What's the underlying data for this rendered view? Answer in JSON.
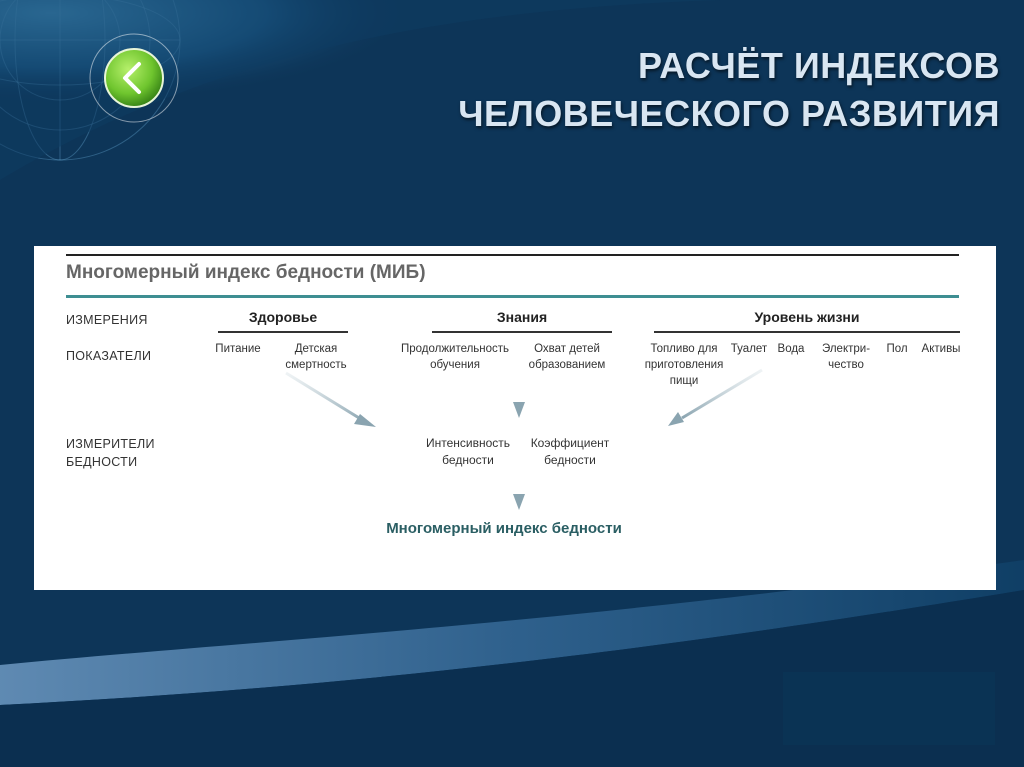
{
  "slide": {
    "title_line1": "РАСЧЁТ ИНДЕКСОВ",
    "title_line2": "ЧЕЛОВЕЧЕСКОГО РАЗВИТИЯ"
  },
  "colors": {
    "background": "#0d3558",
    "title": "#d9e6f2",
    "panel": "#ffffff",
    "accent_teal": "#3e8e92",
    "final_index": "#2a5e63",
    "back_button_green": "#6fc52e"
  },
  "diagram": {
    "title": "Многомерный индекс бедности (МИБ)",
    "row_labels": {
      "dimensions": "ИЗМЕРЕНИЯ",
      "indicators": "ПОКАЗАТЕЛИ",
      "measures_line1": "ИЗМЕРИТЕЛИ",
      "measures_line2": "БЕДНОСТИ"
    },
    "dimensions": {
      "health": "Здоровье",
      "education": "Знания",
      "living": "Уровень жизни"
    },
    "indicators": {
      "nutrition": "Питание",
      "child_mortality_1": "Детская",
      "child_mortality_2": "смертность",
      "schooling_years_1": "Продолжительность",
      "schooling_years_2": "обучения",
      "enrolment_1": "Охват детей",
      "enrolment_2": "образованием",
      "fuel_1": "Топливо для",
      "fuel_2": "приготовления",
      "fuel_3": "пищи",
      "toilet": "Туалет",
      "water": "Вода",
      "electricity_1": "Электри-",
      "electricity_2": "чество",
      "floor": "Пол",
      "assets": "Активы"
    },
    "measures": {
      "intensity_1": "Интенсивность",
      "intensity_2": "бедности",
      "headcount_1": "Коэффициент",
      "headcount_2": "бедности"
    },
    "final": "Многомерный индекс бедности"
  }
}
